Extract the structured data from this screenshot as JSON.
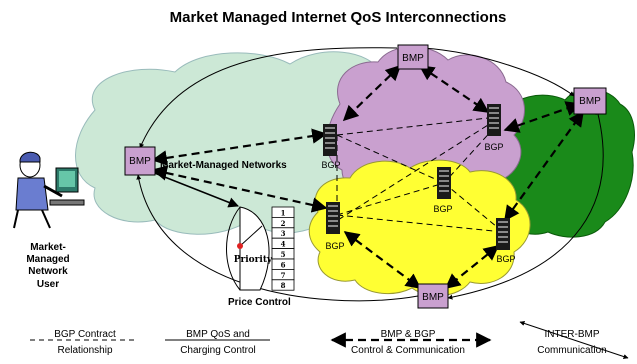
{
  "title": "Market Managed Internet QoS Interconnections",
  "clouds": {
    "market_managed_label": "Market-Managed Networks"
  },
  "bmp_label": "BMP",
  "bgp_label": "BGP",
  "price_control": {
    "label": "Price Control",
    "priority_label": "Priority",
    "slots": [
      "1",
      "2",
      "3",
      "4",
      "5",
      "6",
      "7",
      "8"
    ]
  },
  "user": {
    "label_lines": [
      "Market-",
      "Managed",
      "Network",
      "User"
    ]
  },
  "legend": [
    {
      "style": "dashed-thin",
      "lines": [
        "BGP Contract",
        "Relationship"
      ]
    },
    {
      "style": "solid-thin",
      "lines": [
        "BMP QoS and",
        "Charging Control"
      ]
    },
    {
      "style": "dashed-thick-bidirectional",
      "lines": [
        "BMP  & BGP",
        "Control  & Communication"
      ]
    },
    {
      "style": "solid-arrow",
      "lines": [
        "INTER-BMP",
        "Communication"
      ]
    }
  ],
  "colors": {
    "cloud_green_light": "#cce8d6",
    "cloud_purple": "#c9a0cf",
    "cloud_yellow": "#ffff33",
    "cloud_green_dark": "#1a8a1a",
    "bmp_box": "#c9a0cf",
    "router": "#1a1a1a"
  }
}
